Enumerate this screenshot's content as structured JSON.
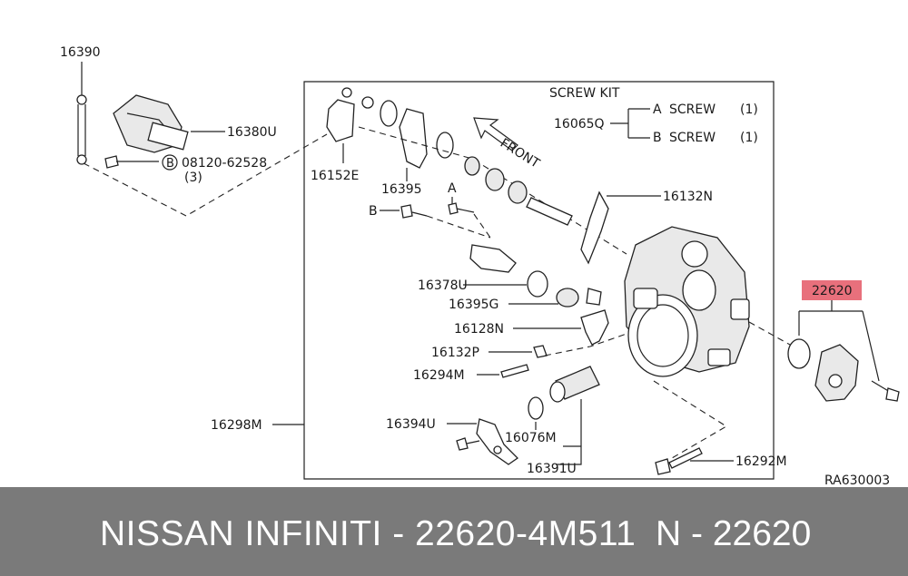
{
  "screw_kit": {
    "title": "SCREW KIT",
    "part": "16065Q",
    "items": [
      {
        "letter": "A",
        "name": "SCREW",
        "qty": "(1)"
      },
      {
        "letter": "B",
        "name": "SCREW",
        "qty": "(1)"
      }
    ]
  },
  "front_label": "FRONT",
  "callouts": {
    "c16390": "16390",
    "c16380U": "16380U",
    "c08120": "08120-62528",
    "c08120_qty": "(3)",
    "c08120_letter": "B",
    "c16152E": "16152E",
    "c16395": "16395",
    "c16132N": "16132N",
    "c22620": "22620",
    "c16378U": "16378U",
    "c16395G": "16395G",
    "c16128N": "16128N",
    "c16132P": "16132P",
    "c16294M": "16294M",
    "c16298M": "16298M",
    "c16394U": "16394U",
    "c16076M": "16076M",
    "c16391U": "16391U",
    "c16292M": "16292M",
    "letter_a": "A",
    "letter_b": "B"
  },
  "diagram_ref": "RA630003",
  "highlight_color": "#e8707c",
  "footer": {
    "title": "NISSAN INFINITI - 22620-4M511",
    "code": "N - 22620"
  }
}
